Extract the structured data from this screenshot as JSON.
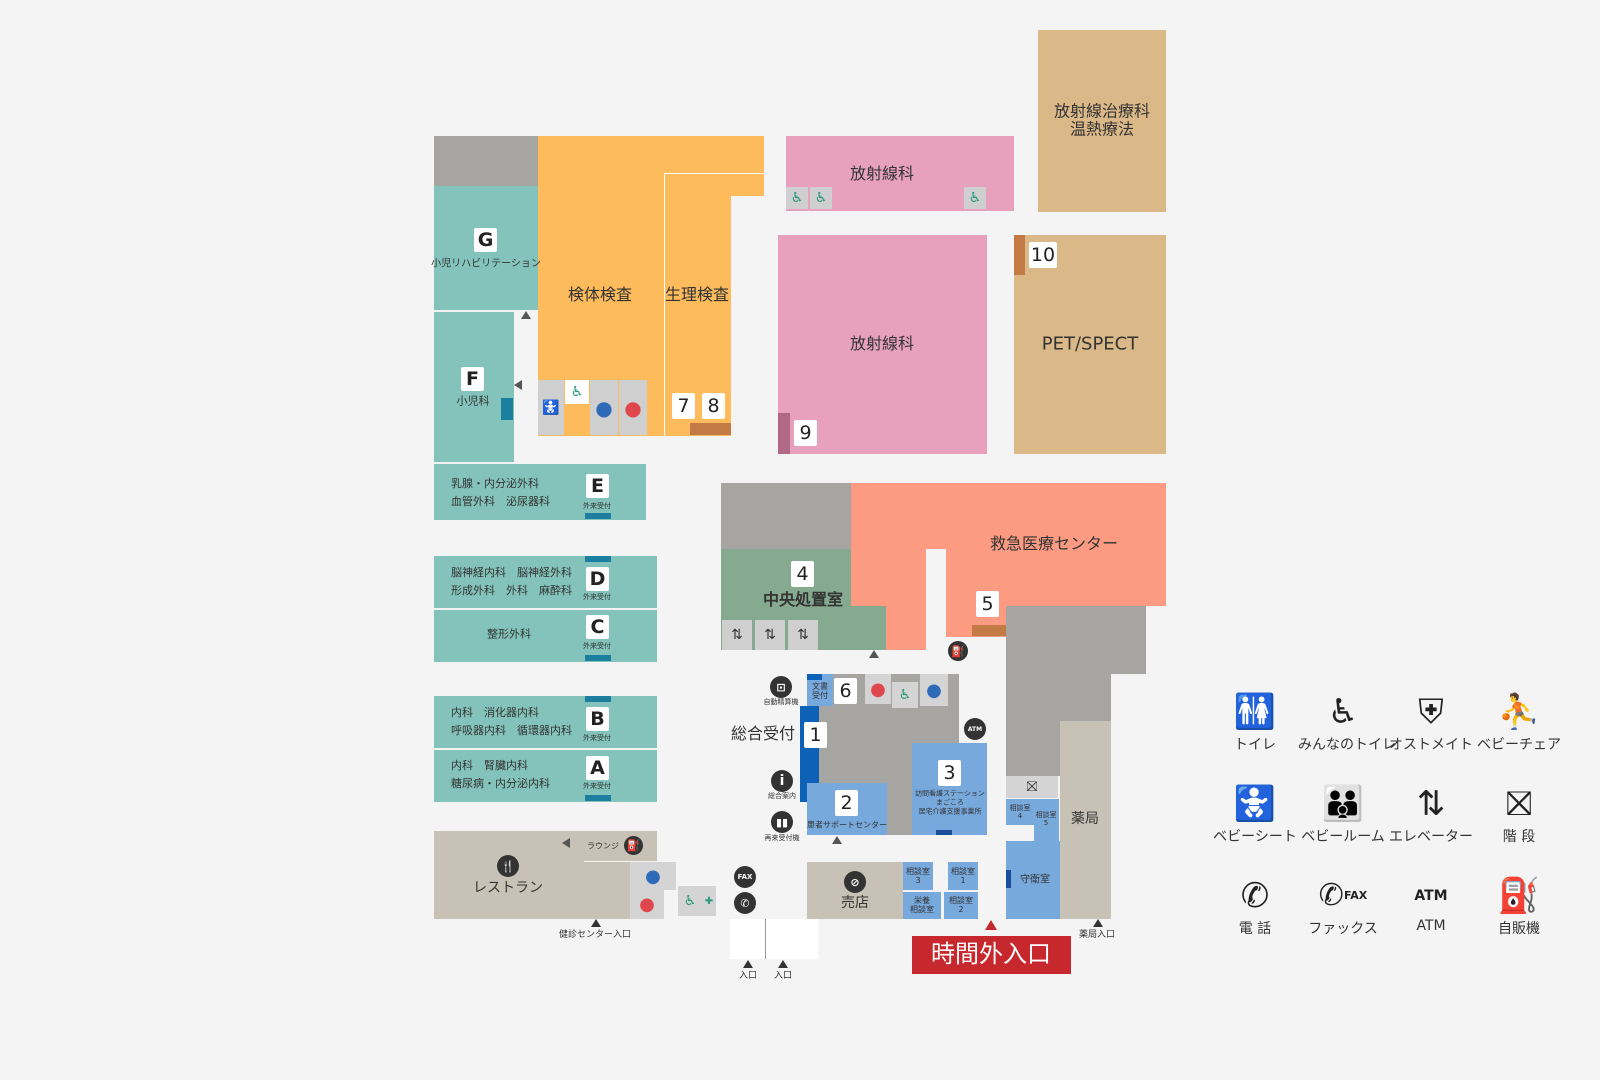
{
  "rooms": {
    "radiotherapy": "放射線治療科\n温熱療法",
    "radiology_top": "放射線科",
    "radiology_main": "放射線科",
    "pet_spect": "PET/SPECT",
    "lab_test": "検体検査",
    "physio_test": "生理検査",
    "pediatric_rehab": "小児リハビリテーション",
    "pediatrics": "小児科",
    "clinic_e": "乳腺・内分泌外科\n血管外科　泌尿器科",
    "clinic_d": "脳神経内科　脳神経外科\n形成外科　外科　麻酔科",
    "clinic_c": "整形外科",
    "clinic_b": "内科　消化器内科\n呼吸器内科　循環器内科",
    "clinic_a": "内科　腎臓内科\n糖尿病・内分泌内科",
    "central_treatment": "中央処置室",
    "emergency": "救急医療センター",
    "general_reception": "総合受付",
    "document_reception": "文書\n受付",
    "visiting_nurse": "訪問看護ステーション\nまごころ\n居宅介護支援事業所",
    "patient_support": "患者サポートセンター",
    "pharmacy": "薬局",
    "guard_room": "守衛室",
    "shop": "売店",
    "restaurant": "レストラン",
    "lounge": "ラウンジ",
    "consult_1": "相談室\n1",
    "consult_2": "相談室\n2",
    "consult_3": "相談室\n3",
    "consult_4": "相談室\n4",
    "consult_5": "相談室\n5",
    "nutrition_consult": "栄養\n相談室"
  },
  "letters": [
    "G",
    "F",
    "E",
    "D",
    "C",
    "B",
    "A"
  ],
  "outpatient_reception": "外来受付",
  "badges": [
    "1",
    "2",
    "3",
    "4",
    "5",
    "6",
    "7",
    "8",
    "9",
    "10"
  ],
  "service_labels": {
    "auto_payment": "自動精算機",
    "info_desk": "総合案内",
    "revisit_reception": "再来受付機"
  },
  "entrances": {
    "after_hours": "時間外入口",
    "checkup_center": "健診センター入口",
    "main": "入口",
    "pharmacy": "薬局入口"
  },
  "legend": [
    {
      "icon": "toilet-icon",
      "label": "トイレ"
    },
    {
      "icon": "accessible-toilet-icon",
      "label": "みんなのトイレ"
    },
    {
      "icon": "ostomate-icon",
      "label": "オストメイト"
    },
    {
      "icon": "baby-chair-icon",
      "label": "ベビーチェア"
    },
    {
      "icon": "baby-sheet-icon",
      "label": "ベビーシート"
    },
    {
      "icon": "baby-room-icon",
      "label": "ベビールーム"
    },
    {
      "icon": "elevator-icon",
      "label": "エレベーター"
    },
    {
      "icon": "stairs-icon",
      "label": "階 段"
    },
    {
      "icon": "telephone-icon",
      "label": "電 話"
    },
    {
      "icon": "fax-icon",
      "label": "ファックス"
    },
    {
      "icon": "atm-icon",
      "label": "ATM"
    },
    {
      "icon": "vending-machine-icon",
      "label": "自販機"
    }
  ],
  "legend_symbols": {
    "fax_text": "FAX",
    "atm_text": "ATM"
  },
  "colors": {
    "teal": "#83c3bb",
    "orange": "#fdbb5c",
    "pink": "#e8a1bd",
    "tan": "#dbb887",
    "salmon": "#fd9b82",
    "green": "#86aa90",
    "blue": "#78a9dd",
    "gray": "#a7a5a1",
    "beige": "#c8c2b6",
    "red_banner": "#c7282e"
  }
}
